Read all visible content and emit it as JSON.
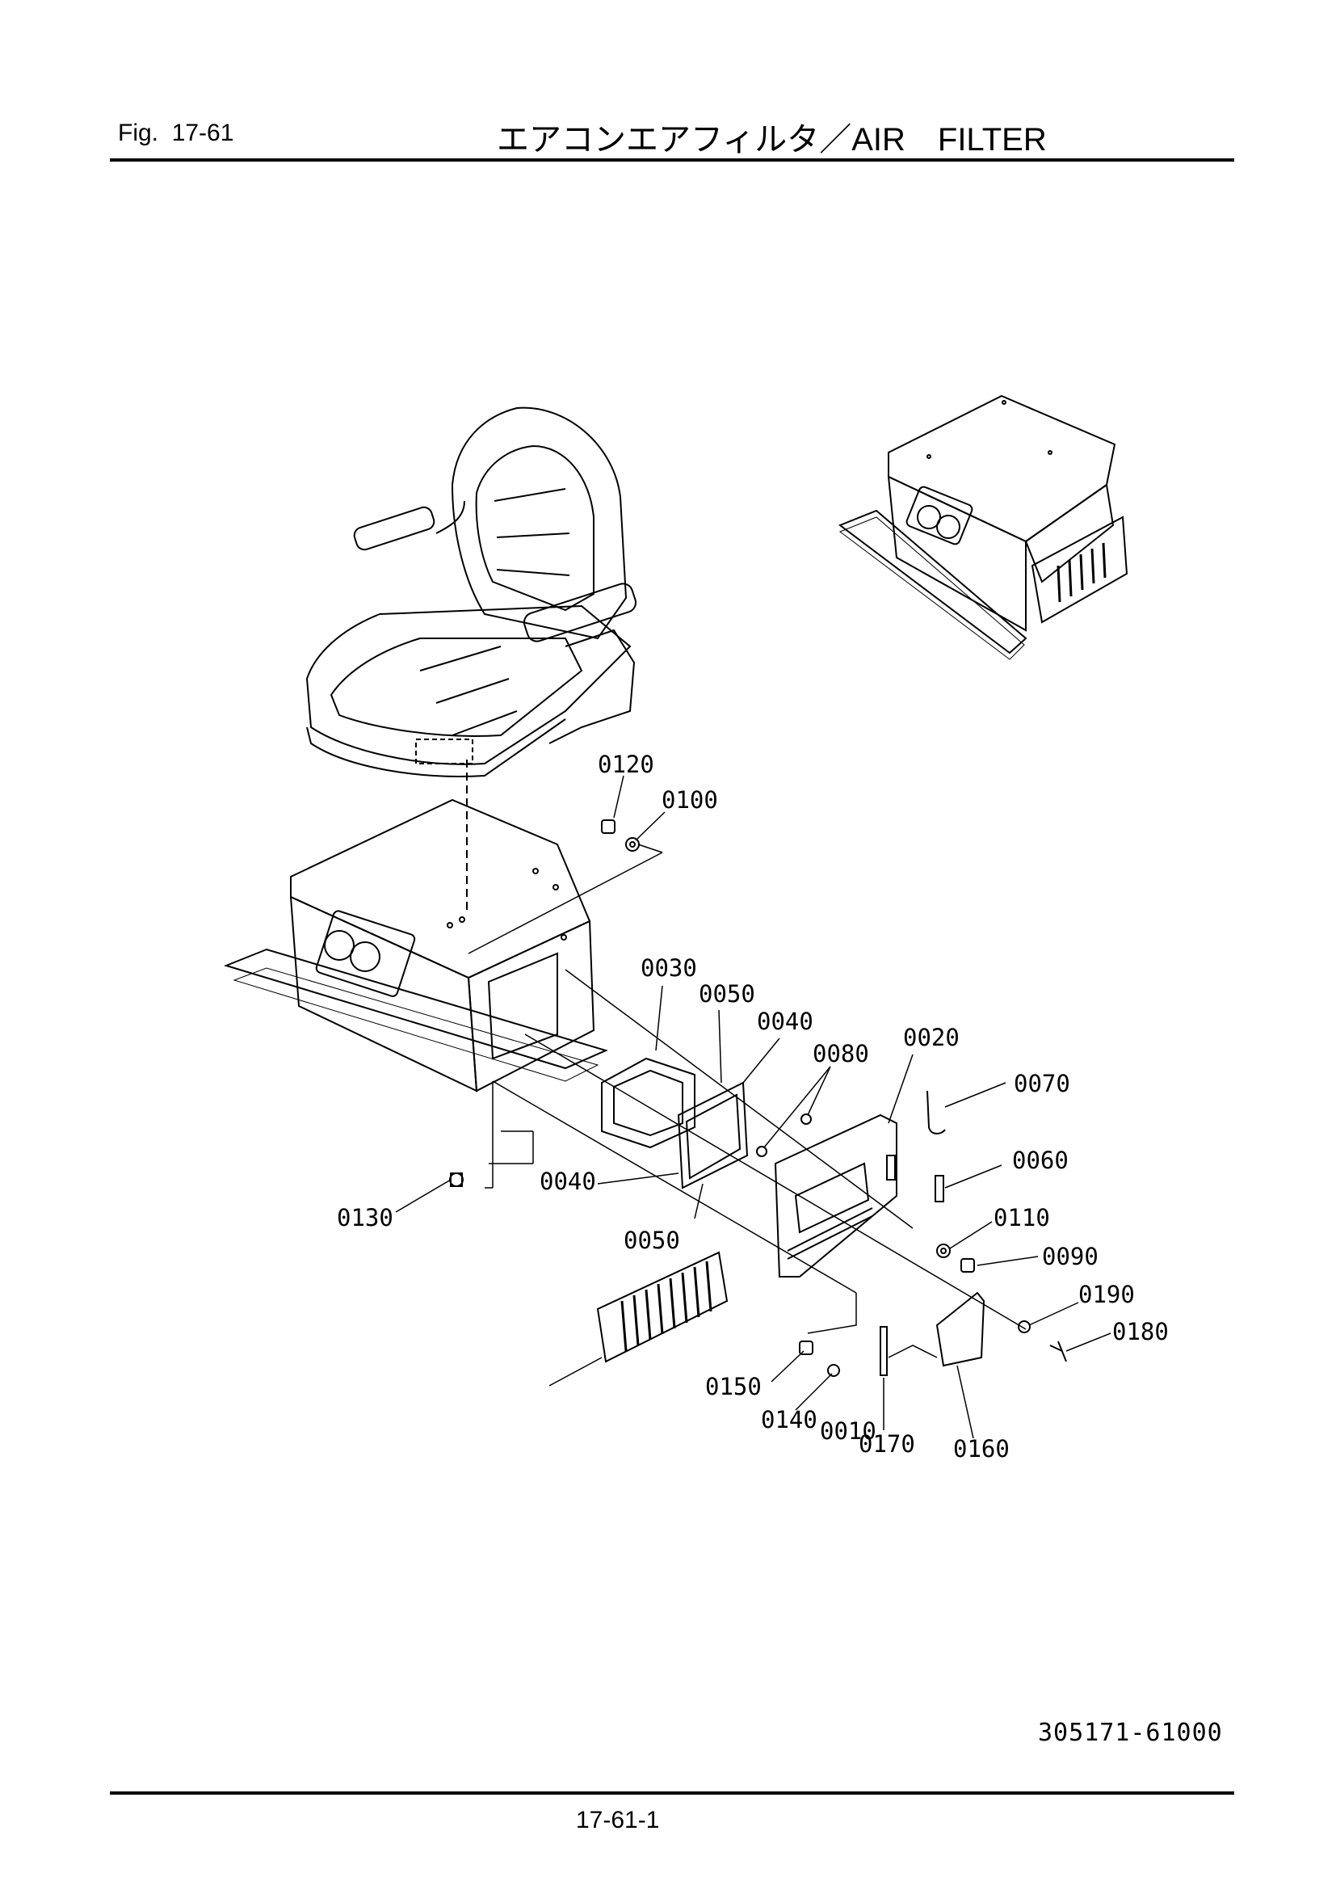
{
  "header": {
    "fig_label": "Fig.",
    "fig_number": "17-61",
    "title": "エアコンエアフィルタ／AIR　FILTER"
  },
  "parts": [
    {
      "code": "0010"
    },
    {
      "code": "0020"
    },
    {
      "code": "0030"
    },
    {
      "code": "0040"
    },
    {
      "code": "0040"
    },
    {
      "code": "0050"
    },
    {
      "code": "0050"
    },
    {
      "code": "0060"
    },
    {
      "code": "0070"
    },
    {
      "code": "0080"
    },
    {
      "code": "0090"
    },
    {
      "code": "0100"
    },
    {
      "code": "0110"
    },
    {
      "code": "0120"
    },
    {
      "code": "0130"
    },
    {
      "code": "0140"
    },
    {
      "code": "0150"
    },
    {
      "code": "0160"
    },
    {
      "code": "0170"
    },
    {
      "code": "0180"
    },
    {
      "code": "0190"
    }
  ],
  "footer": {
    "document_number": "305171-61000",
    "page_number": "17-61-1"
  }
}
